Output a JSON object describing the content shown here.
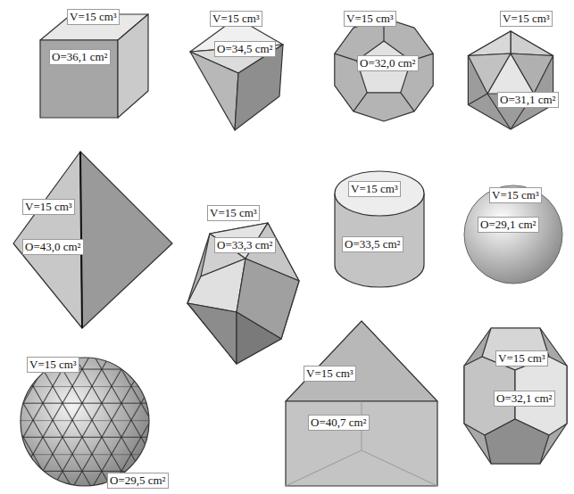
{
  "diagram": {
    "nodes": [
      {
        "text": [
          "V=15 cm³",
          "O=36,1 cm²"
        ]
      },
      {
        "text": [
          "V=15 cm³",
          "O=34,5 cm²"
        ]
      },
      {
        "text": [
          "V=15 cm³",
          "O=32,0 cm²"
        ]
      },
      {
        "text": [
          "V=15 cm³",
          "O=31,1 cm²"
        ]
      },
      {
        "text": [
          "V=15 cm³",
          "O=43,0 cm²"
        ]
      },
      {
        "text": [
          "V=15 cm³",
          "O=33,3 cm²"
        ]
      },
      {
        "text": [
          "V=15 cm³",
          "O=33,5 cm²"
        ]
      },
      {
        "text": [
          "V=15 cm³",
          "O=29,1 cm²"
        ]
      },
      {
        "text": [
          "V=15 cm³",
          "O=29,5 cm²"
        ]
      },
      {
        "text": [
          "V=15 cm³",
          "O=40,7 cm²"
        ]
      },
      {
        "text": [
          "V=15 cm³",
          "O=32,1 cm²"
        ]
      }
    ]
  }
}
